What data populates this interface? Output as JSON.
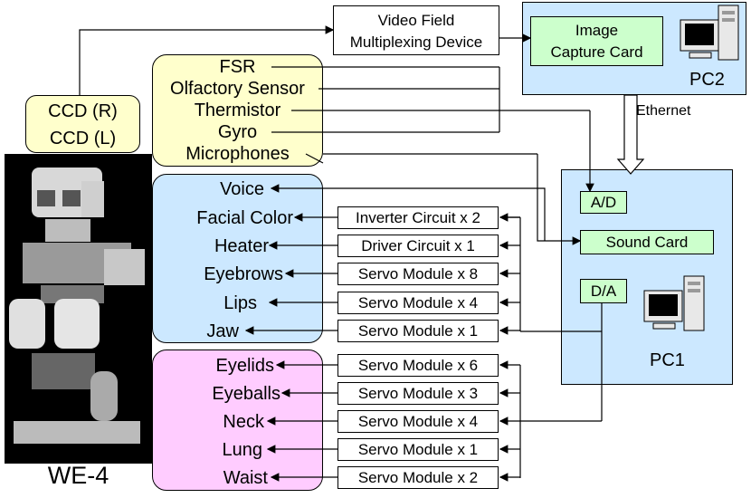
{
  "robot": {
    "name": "WE-4"
  },
  "ccd": {
    "right": "CCD (R)",
    "left": "CCD (L)"
  },
  "video_device": {
    "line1": "Video Field",
    "line2": "Multiplexing Device"
  },
  "sensors": [
    "FSR",
    "Olfactory Sensor",
    "Thermistor",
    "Gyro",
    "Microphones"
  ],
  "pc2": {
    "label": "PC2",
    "card_line1": "Image",
    "card_line2": "Capture Card"
  },
  "ethernet": "Ethernet",
  "pc1": {
    "label": "PC1",
    "ad": "A/D",
    "sound_card": "Sound Card",
    "da": "D/A"
  },
  "face_outputs": [
    "Voice",
    "Facial Color",
    "Heater",
    "Eyebrows",
    "Lips",
    "Jaw"
  ],
  "body_outputs": [
    "Eyelids",
    "Eyeballs",
    "Neck",
    "Lung",
    "Waist"
  ],
  "face_modules": [
    "Inverter Circuit x 2",
    "Driver Circuit  x 1",
    "Servo Module x 8",
    "Servo Module x 4",
    "Servo Module x 1"
  ],
  "body_modules": [
    "Servo Module x 6",
    "Servo Module x 3",
    "Servo Module x 4",
    "Servo Module x 1",
    "Servo Module x 2"
  ],
  "colors": {
    "ccd_fill": "#ffffcc",
    "sensor_fill": "#ffffcc",
    "face_fill": "#cce8ff",
    "body_fill": "#ffccff",
    "pc_fill": "#cce8ff",
    "card_fill": "#ccffcc"
  }
}
